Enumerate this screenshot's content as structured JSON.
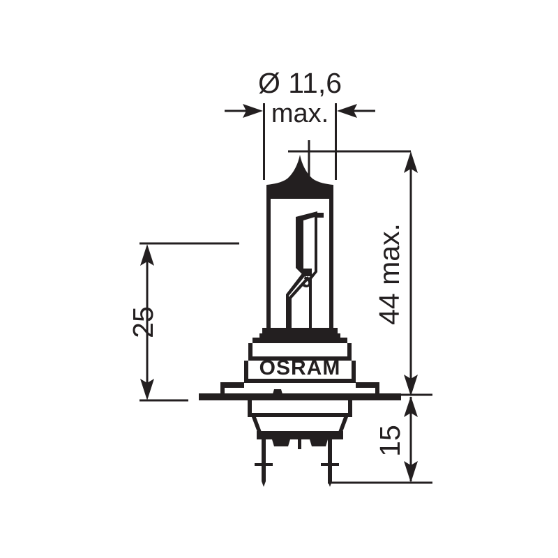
{
  "drawing": {
    "title": "OSRAM H7 halogen lamp technical dimension drawing",
    "brand_label": "OSRAM",
    "line_color": "#231f20",
    "background_color": "#ffffff",
    "dimensions": {
      "diameter": {
        "label": "Ø 11,6",
        "qualifier": "max.",
        "orientation": "horizontal",
        "position": "top"
      },
      "overall_height": {
        "label": "44 max.",
        "orientation": "vertical-rotated",
        "position": "right-upper"
      },
      "base_height": {
        "label": "15",
        "orientation": "vertical-rotated",
        "position": "right-lower"
      },
      "filament_height": {
        "label": "25",
        "orientation": "vertical-rotated",
        "position": "left"
      }
    }
  }
}
